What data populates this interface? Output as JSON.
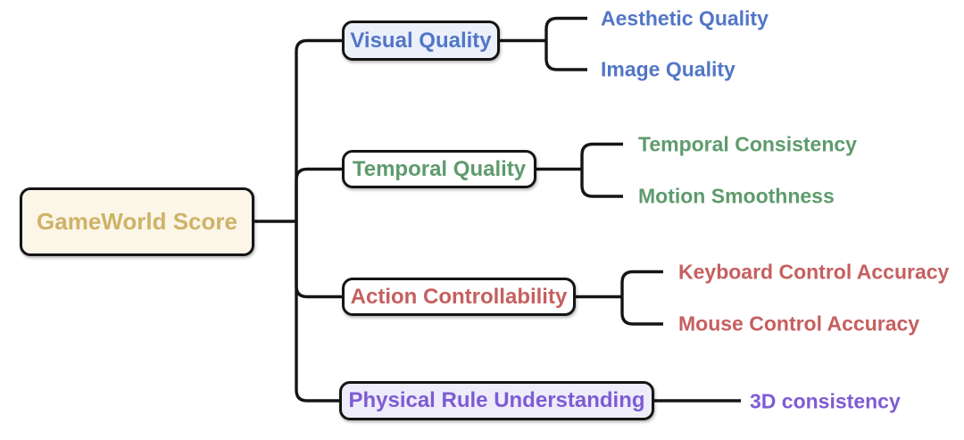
{
  "diagram": {
    "type": "taxonomy-tree",
    "root": {
      "label": "GameWorld Score",
      "text_color": "#CFB267",
      "fill_color": "#FBF6E8"
    },
    "branches": [
      {
        "label": "Visual Quality",
        "text_color": "#5276C7",
        "fill_color": "#EBF0FA",
        "children": [
          "Aesthetic Quality",
          "Image Quality"
        ]
      },
      {
        "label": "Temporal Quality",
        "text_color": "#5E9B6C",
        "fill_color": "#FFFFFF",
        "children": [
          "Temporal Consistency",
          "Motion Smoothness"
        ]
      },
      {
        "label": "Action Controllability",
        "text_color": "#C65F5F",
        "fill_color": "#FFFFFF",
        "children": [
          "Keyboard Control Accuracy",
          "Mouse Control Accuracy"
        ]
      },
      {
        "label": "Physical Rule Understanding",
        "text_color": "#7D5CD3",
        "fill_color": "#EEECFB",
        "children": [
          "3D consistency"
        ]
      }
    ],
    "line_color": "#151515",
    "border_color": "#151515",
    "background_color": "#FFFFFF"
  }
}
